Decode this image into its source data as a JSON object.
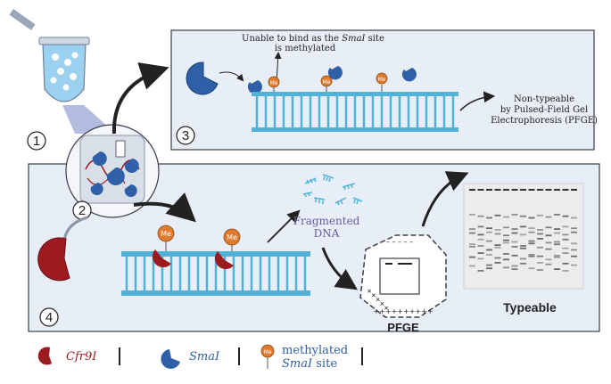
{
  "panel3": {
    "step": "3",
    "callout_line1": "Unable to bind as the",
    "callout_enzyme": "SmaI",
    "callout_line1_end": "site",
    "callout_line2": "is methylated",
    "result_line1": "Non-typeable",
    "result_line2": "by Pulsed-Field Gel",
    "result_line3": "Electrophoresis (PFGE)"
  },
  "panel4": {
    "step": "4",
    "fragment_line1": "Fragmented",
    "fragment_line2": "DNA",
    "pfge_label": "PFGE",
    "result_label": "Typeable"
  },
  "steps": {
    "one": "1",
    "two": "2"
  },
  "marker": {
    "me": "Me"
  },
  "legend": {
    "cfr9i": "Cfr9I",
    "smai": "SmaI",
    "methylated_line1": "methylated",
    "methylated_line2_enzyme": "SmaI",
    "methylated_line2_end": "site"
  },
  "colors": {
    "cfr9i": "#9b1b1f",
    "smai": "#2f5fa7",
    "methyl": "#e07a2e",
    "dna": "#4fb3d9",
    "panel": "#e8eef8",
    "fragment_text": "#6a5aa0"
  }
}
